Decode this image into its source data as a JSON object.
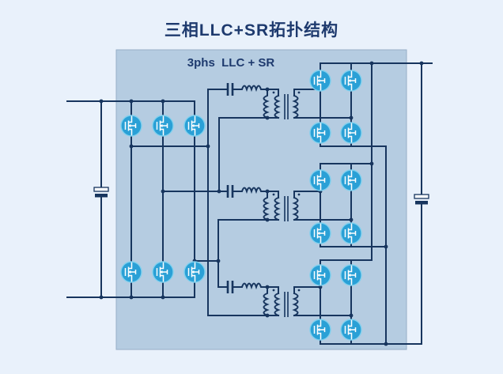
{
  "page": {
    "title": "三相LLC+SR拓扑结构"
  },
  "diagram": {
    "panel_label": "3phs  LLC + SR",
    "components": {
      "phases": 3,
      "primary_mosfets": 6,
      "sr_mosfets": 12,
      "resonant_tanks": 3,
      "transformers": 3,
      "input_capacitors": 1,
      "output_capacitors": 1
    },
    "colors": {
      "page_bg": "#e9f1fb",
      "title_ink": "#1e3a6e",
      "panel_fill": "#b5cce1",
      "wire": "#17355e",
      "mosfet_fill": "#2aa0d6",
      "mosfet_glyph": "#ffffff"
    }
  }
}
